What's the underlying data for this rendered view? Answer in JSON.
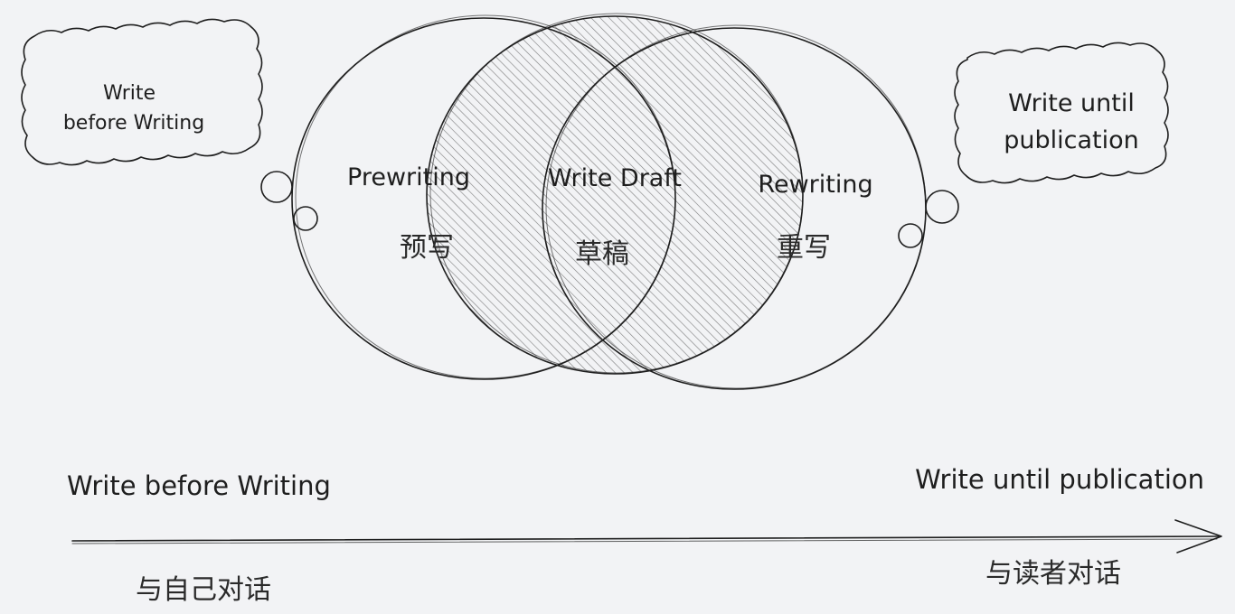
{
  "cloud_left": {
    "line1": "Write",
    "line2": "before Writing"
  },
  "cloud_right": {
    "line1": "Write until",
    "line2": "publication"
  },
  "circles": {
    "prewriting": {
      "label": "Prewriting",
      "label_cn": "预写"
    },
    "draft": {
      "label": "Write Draft",
      "label_cn": "草稿"
    },
    "rewriting": {
      "label": "Rewriting",
      "label_cn": "重写"
    }
  },
  "timeline": {
    "start_label": "Write before Writing",
    "end_label": "Write until publication",
    "start_label_cn": "与自己对话",
    "end_label_cn": "与读者对话"
  },
  "colors": {
    "background": "#f2f3f5",
    "ink": "#1e1e1e",
    "hatch": "#555555"
  }
}
